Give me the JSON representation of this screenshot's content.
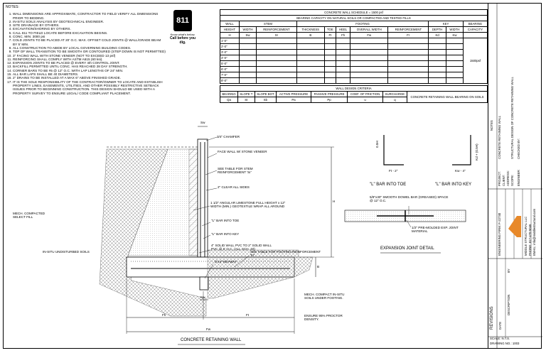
{
  "notes": {
    "header": "NOTES:",
    "items": [
      "WALL DIMENSIONS ARE APPROXIMATE, CONTRACTOR TO FIELD VERIFY ALL DIMENSIONS PRIOR TO BIDDING.",
      "IN-SITU SOILS ANALYSIS BY GEOTECHNICAL ENGINEER.",
      "SITE DRAINAGE BY OTHERS.",
      "EXCAVATION/SHORING BY OTHERS.",
      "CALL 811 TO FIELD LOCATE BEFORE EXCAVATION BEGINS.",
      "CONC. MIN. 3000 psi",
      "COLD JOINTS TO BE PLACED AT 20' O.C. MAX. OFFSET COLD JOINTS @ WALL/GRADE BEAM BY 5' MIN.",
      "ALL CONSTRUCTION TO ABIDE BY LOCAL GOVERNING BUILDING CODES.",
      "TOP OF WALL TRANSITION TO BE SMOOTH OR CONTOURED (STEP DOWN IS NOT PERMITTED)",
      "3\" FACING WALL WITH STONE VENEER (NOT TO EXCEED 13 psf)",
      "REINFORCING SHALL COMPLY WITH ASTM A615 (60 ksi).",
      "EXPANSION JOINTS TO BE PLACED @ EVERY 4th CONTROL JOINT.",
      "BACKFILL PERMITTED UNTIL CONC. HAS REACHED 28 DAY STRENGTH.",
      "CORNER BARS TO BE #5 @ 12\" O.C. WITH LAP LENGTHS OF 24\" MIN.",
      "ALL BAR LAPS SHALL BE 40 DIAMETERS.",
      "2\" DRAINS TO BE INSTALLED AT A MAX 6\" ABOVE FINISHED GRADE.",
      "IT IS THE SOLE RESPONSIBILITY OF THE CONTRACTOR/OWNER TO LOCATE AND ESTABLISH PROPERTY LINES, EASEMENTS, UTILITIES, AND OTHER POSSIBLY RESTRICTIVE SETBACK ISSUES PRIOR TO BEGINNING CONSTRUCTION. THIS DESIGN SHOULD BE USED WITH A PROPERTY SURVEY TO ENSURE LEGAL/ CODE COMPLIANT PLACEMENT."
    ]
  },
  "logo": {
    "number": "811",
    "line1": "Know what's below.",
    "line2": "Call before you dig."
  },
  "schedule": {
    "title": "CONCRETE WALL SCHEDULE = 1500 psf",
    "subtitle": "BEARING CAPACITY ON NATURAL SOILS OR COMPACTED AND TESTED FILLS",
    "groups": [
      "WALL",
      "STEM",
      "FOOTING",
      "KEY",
      "BEARING"
    ],
    "cols": [
      "HEIGHT",
      "WIDTH",
      "REINFORCEMENT",
      "THICKNESS",
      "TOE",
      "HEEL",
      "OVERALL WIDTH",
      "REINFORCEMENT",
      "DEPTH",
      "WIDTH",
      "CAPACITY"
    ],
    "syms": [
      "H",
      "Sw",
      "Sr",
      "B",
      "Ft",
      "Fh",
      "Fw",
      "Fr",
      "Kd",
      "Kw",
      ""
    ],
    "heights": [
      "1'-0\"",
      "2'-0\"",
      "3'-0\"",
      "4'-0\"",
      "5'-0\"",
      "6'-0\"",
      "7'-0\"",
      "8'-0\""
    ],
    "capacity": "1500psf"
  },
  "criteria": {
    "title": "WALL DESIGN CRITERIA",
    "cols": [
      "BEARING",
      "SLOPE T",
      "SLOPE BOT",
      "ACTIVE PRESSURE",
      "PASSIVE PRESSURE",
      "COEF. OF FRICTION",
      "SURCHARGE"
    ],
    "syms": [
      "Qa",
      "St",
      "Sb",
      "Pa",
      "Pp",
      "u",
      "q"
    ],
    "note": "CONCRETE RETAINING WALL BEARING ON SOILS"
  },
  "section": {
    "title": "CONCRETE RETAINING WALL",
    "labels": {
      "chamfer": "3/4\" CHAMFER",
      "face_wall": "FACE WALL W/ STONE VENEER",
      "stem_table": "SEE TABLE FOR STEM REINFORCEMENT 'Sr'",
      "clear": "2\" CLEAR ALL SIDES",
      "limestone": "1 1/2\" ANGULAR LIMESTONE FULL HEIGHT x 12\" WIDTH (MIN.) GEOTEXTILE WRAP ALL AROUND",
      "l_bar_toe": "\"L\" BAR INTO TOE",
      "l_bar_key": "\"L\" BAR INTO KEY",
      "pvc": "4\" SOLID WALL PVC TO 2\" SOLID WALL PVC @ 6' O.C. (ALL SCH. 40)",
      "keyway": "2\"x4\" KEYWAY",
      "footing_table": "SEE TABLE FOR FOOTING REINFORCEMENT 'Fr'",
      "select_fill": "MECH. COMPACTED SELECT FILL",
      "insitu": "IN-SITU UNDISTURBED SOILS",
      "mech_compact": "MECH. COMPACT IN-SITU SOILS UNDER FOOTING.",
      "proctor": "ENSURE 95% PROCTOR DENSITY.",
      "dim_sw": "Sw",
      "dim_h": "H",
      "dim_b": "B",
      "dim_fh": "Fh",
      "dim_ft": "Ft",
      "dim_fw": "Fw",
      "dim_kw": "Kw",
      "dim_kd": "Kd"
    }
  },
  "details": {
    "toe_title": "\"L\" BAR INTO TOE",
    "key_title": "\"L\" BAR INTO KEY",
    "toe_dim_v": "0.5H",
    "toe_dim_h": "Ft - 2\"",
    "key_dim_v": "Kd + (0.5H)",
    "key_dim_h": "Kw - 4\"",
    "exp_title": "EXPANSION JOINT DETAIL",
    "dowel": "5/8\"x30\" SMOOTH DOWEL BAR (GREASED) SPACE @ 12\" O.C.",
    "molded": "1/2\" PRE-MOLDED EXP. JOINT MATERIAL"
  },
  "titleblock": {
    "notes": "NOTES",
    "project": "PROJECT:",
    "project_val": "CONCRETE RETAINING WALL",
    "client": "CLIENT:",
    "address": "ADDRESS:",
    "scope": "SCOPE:",
    "scope_val": "STRUCTURAL DESIGN OF CONCRETE RETAINING WALL",
    "engineer": "ENGINEER:",
    "checked": "CHECKED BY:",
    "firm": "ENGINEERING FIRM: F-22730",
    "company": "MIDDLE STRUCTURAL LLC",
    "phone": "PHONE: 817-470-5046",
    "email": "EMAIL: info@middlestructural.com",
    "revisions": "REVISIONS",
    "date": "DATE",
    "desc": "DESCRIPTION",
    "by": "BY",
    "scale": "SCALE: N.T.S.",
    "drawing": "DRAWING NO.: 1003"
  }
}
